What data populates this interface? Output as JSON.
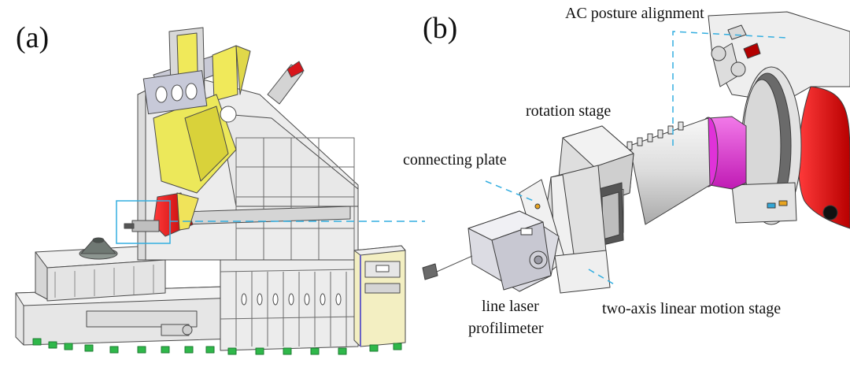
{
  "panel_a": {
    "label": "(a)"
  },
  "panel_b": {
    "label": "(b)",
    "annotations": {
      "ac_posture": "AC posture alignment",
      "rotation_stage": "rotation stage",
      "connecting_plate": "connecting plate",
      "line_laser_line1": "line laser",
      "line_laser_line2": "profilimeter",
      "linear_stage": "two-axis linear motion stage"
    }
  },
  "colors": {
    "machine_body": "#ececec",
    "machine_edge": "#4a4a4a",
    "spindle_head": "#e8e44a",
    "spindle_red": "#d8151b",
    "feet_green": "#2fb84a",
    "cabinet": "#f3efc2",
    "magenta_ring": "#e032d9",
    "callout_blue": "#33aee0"
  }
}
